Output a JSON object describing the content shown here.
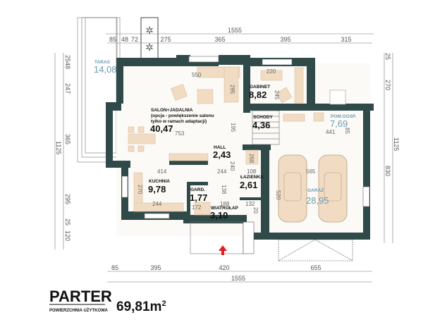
{
  "title": "PARTER",
  "subtitle": "POWIERZCHNIA UŻYTKOWA",
  "total_area": "69,81m",
  "total_area_sup": "2",
  "colors": {
    "wall": "#2f4a48",
    "furniture": "#f1dcc3",
    "outdoor_label": "#6c9bb2",
    "entrance_arrow": "#e02020"
  },
  "rooms": [
    {
      "label": "TARAS",
      "area": "14,08"
    },
    {
      "label": "SALON+JADALNIA",
      "note1": "(opcja - powiększenie salonu",
      "note2": "tylko w ramach adaptacji)",
      "area": "40,47"
    },
    {
      "label": "GABINET",
      "area": "8,82"
    },
    {
      "label": "SCHODY",
      "area": "4,36"
    },
    {
      "label": "POM.GOSP.",
      "area": "7,69"
    },
    {
      "label": "HALL",
      "area": "2,43"
    },
    {
      "label": "KUCHNIA",
      "area": "9,78"
    },
    {
      "label": "ŁAZIENKA",
      "area": "2,61"
    },
    {
      "label": "GARD.",
      "area": "1,77"
    },
    {
      "label": "GARAŻ",
      "area": "28,95"
    },
    {
      "label": "WIATROŁAP",
      "area": "3,10"
    }
  ],
  "dims_top": {
    "total": "1555",
    "segments": [
      "85",
      "48",
      "72",
      "275",
      "365",
      "395",
      "315"
    ]
  },
  "dims_bottom": {
    "total": "1555",
    "segments": [
      "85",
      "395",
      "420",
      "655"
    ]
  },
  "dims_left": {
    "total": "1125",
    "segments": [
      "25",
      "48",
      "247",
      "365",
      "295",
      "25",
      "120"
    ]
  },
  "dims_right": {
    "total": "1125",
    "segments": [
      "25",
      "270",
      "830"
    ]
  },
  "dims_interior": [
    "550",
    "295",
    "220",
    "245",
    "753",
    "195",
    "441",
    "85",
    "414",
    "244",
    "240",
    "108",
    "565",
    "268",
    "270",
    "520",
    "188",
    "132",
    "244",
    "172",
    "20",
    "138"
  ]
}
